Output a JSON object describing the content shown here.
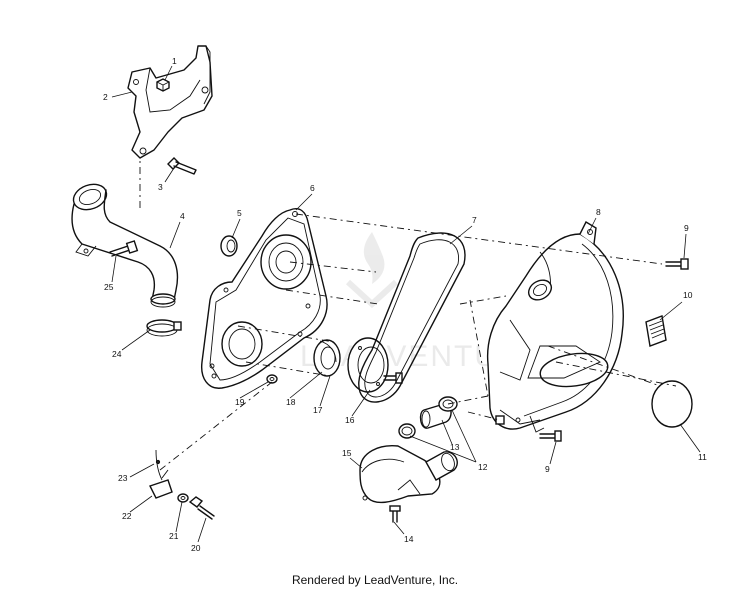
{
  "watermark": {
    "text": "LEADVENTURE"
  },
  "footer": {
    "text": "Rendered by LeadVenture, Inc."
  },
  "callouts": [
    {
      "id": "c1",
      "label": "1"
    },
    {
      "id": "c2",
      "label": "2"
    },
    {
      "id": "c3",
      "label": "3"
    },
    {
      "id": "c4",
      "label": "4"
    },
    {
      "id": "c5",
      "label": "5"
    },
    {
      "id": "c6",
      "label": "6"
    },
    {
      "id": "c7",
      "label": "7"
    },
    {
      "id": "c8",
      "label": "8"
    },
    {
      "id": "c9a",
      "label": "9"
    },
    {
      "id": "c9b",
      "label": "9"
    },
    {
      "id": "c10",
      "label": "10"
    },
    {
      "id": "c11",
      "label": "11"
    },
    {
      "id": "c12",
      "label": "12"
    },
    {
      "id": "c13",
      "label": "13"
    },
    {
      "id": "c14",
      "label": "14"
    },
    {
      "id": "c15",
      "label": "15"
    },
    {
      "id": "c16",
      "label": "16"
    },
    {
      "id": "c17",
      "label": "17"
    },
    {
      "id": "c18",
      "label": "18"
    },
    {
      "id": "c19",
      "label": "19"
    },
    {
      "id": "c20",
      "label": "20"
    },
    {
      "id": "c21",
      "label": "21"
    },
    {
      "id": "c22",
      "label": "22"
    },
    {
      "id": "c23",
      "label": "23"
    },
    {
      "id": "c24",
      "label": "24"
    },
    {
      "id": "c25",
      "label": "25"
    }
  ]
}
